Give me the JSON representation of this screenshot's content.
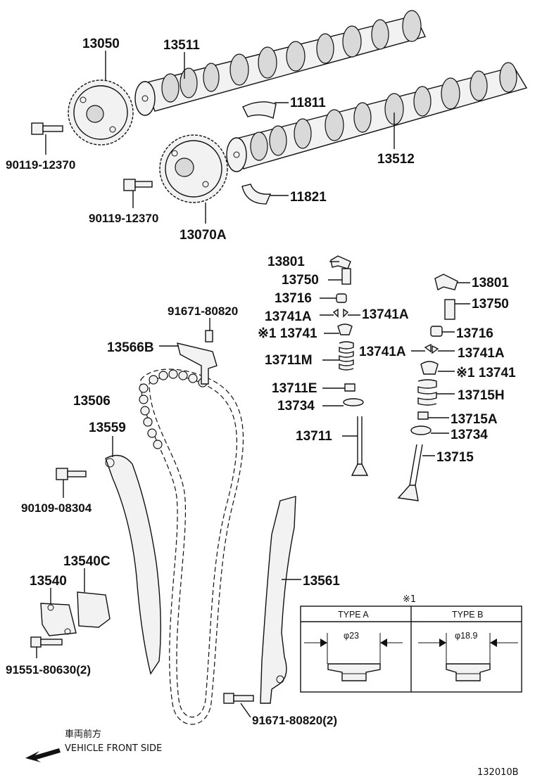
{
  "labels": {
    "cam_sprocket_intake": "13050",
    "camshaft_upper": "13511",
    "bearing_upper": "11811",
    "camshaft_lower": "13512",
    "bearing_lower": "11821",
    "bolt_left_1": "90119-12370",
    "bolt_left_2": "90119-12370",
    "cam_sprocket_exhaust": "13070A",
    "rocker_left": "13801",
    "adjuster_left": "13750",
    "cap_left": "13716",
    "keeper_left_a": "13741A",
    "keeper_left_b": "13741A",
    "retainer_left": "※1 13741",
    "spring_left": "13711M",
    "seat_left": "13711E",
    "seal_left": "13734",
    "valve_left": "13711",
    "rocker_right": "13801",
    "adjuster_right": "13750",
    "cap_right": "13716",
    "keeper_right_a": "13741A",
    "keeper_right_b": "13741A",
    "retainer_right": "※1 13741",
    "spring_right": "13715H",
    "seat_right": "13715A",
    "seal_right": "13734",
    "valve_right": "13715",
    "bolt_guide": "91671-80820",
    "chain_guide": "13566B",
    "chain": "13506",
    "slipper": "13559",
    "bolt_slipper": "90109-08304",
    "gasket": "13540C",
    "tensioner": "13540",
    "bolt_tensioner": "91551-80630(2)",
    "damper": "13561",
    "bolt_damper": "91671-80820(2)"
  },
  "inset": {
    "note_mark": "※1",
    "type_a": "TYPE A",
    "type_b": "TYPE B",
    "dia_a": "φ23",
    "dia_b": "φ18.9"
  },
  "footer": {
    "jp_label": "車両前方",
    "direction_label": "VEHICLE FRONT SIDE",
    "figure_id": "132010B"
  }
}
